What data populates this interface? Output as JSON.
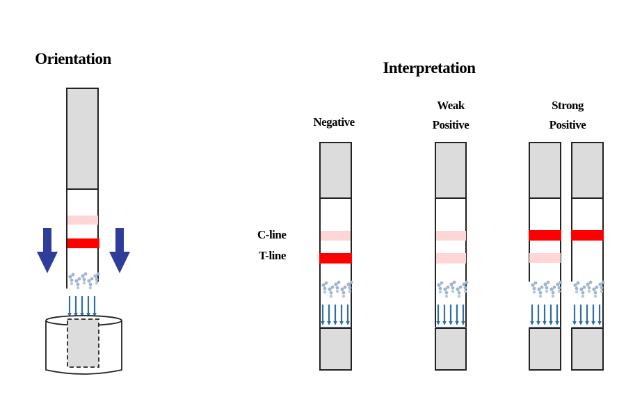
{
  "orientation": {
    "title": "Orientation"
  },
  "interpretation": {
    "title": "Interpretation",
    "line_labels": {
      "c_line": "C-line",
      "t_line": "T-line"
    },
    "results": [
      {
        "label_line1": "Negative",
        "label_line2": ""
      },
      {
        "label_line1": "Weak",
        "label_line2": "Positive"
      },
      {
        "label_line1": "Strong",
        "label_line2": "Positive"
      }
    ]
  },
  "colors": {
    "strip_gray": "#dcdcdc",
    "strip_border": "#222222",
    "band_strong": "#ff0000",
    "band_faint": "#ffd6d6",
    "arrow_blue": "#2e3d99",
    "antibody_blue": "#2f6da3",
    "antibody_light": "#9fb4d0"
  }
}
